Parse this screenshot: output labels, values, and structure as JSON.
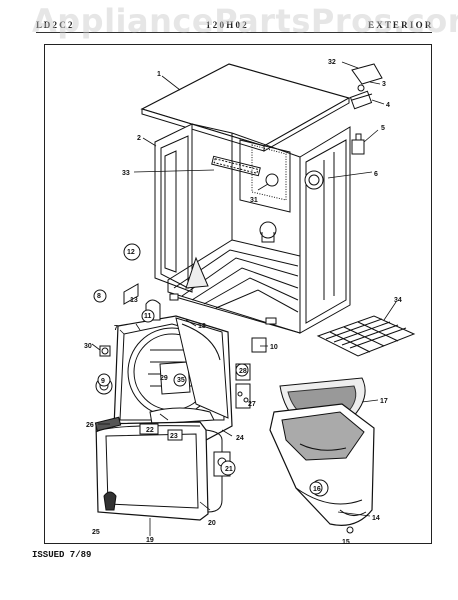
{
  "header": {
    "watermark": "AppliancePartsPros.com",
    "model_left": "L D 2 C 2",
    "model_mid": "1 2 0 H 0 2",
    "section": "E X T E R I O R"
  },
  "footer": {
    "issued": "ISSUED 7/89"
  },
  "callouts": [
    "1",
    "2",
    "3",
    "4",
    "5",
    "6",
    "7",
    "8",
    "9",
    "10",
    "11",
    "12",
    "13",
    "14",
    "15",
    "16",
    "17",
    "18",
    "19",
    "20",
    "21",
    "22",
    "23",
    "24",
    "25",
    "26",
    "27",
    "28",
    "29",
    "30",
    "31",
    "32",
    "33",
    "34",
    "35"
  ]
}
